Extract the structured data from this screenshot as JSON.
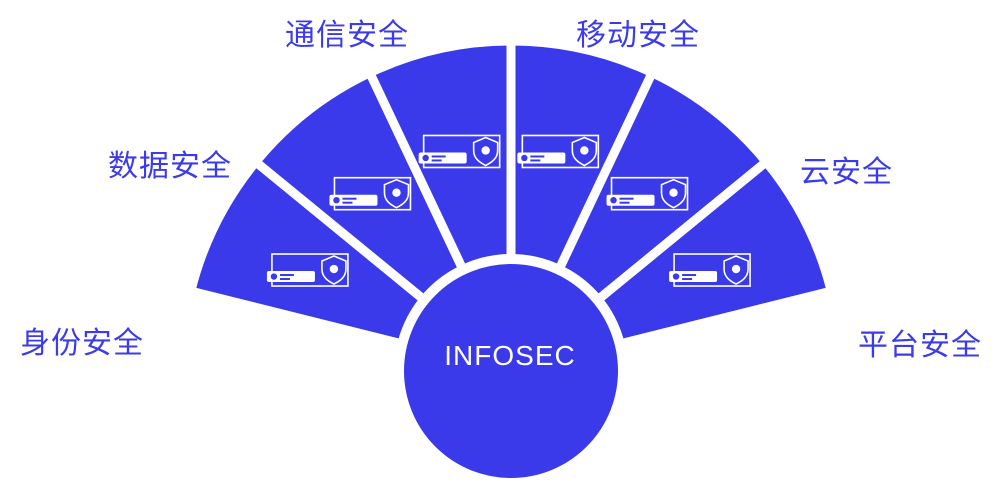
{
  "hub": {
    "label": "INFOSEC"
  },
  "segments": [
    {
      "label": "身份安全",
      "icon": "user-shield-icon"
    },
    {
      "label": "数据安全",
      "icon": "database-shield-icon"
    },
    {
      "label": "通信安全",
      "icon": "transfer-shield-icon"
    },
    {
      "label": "移动安全",
      "icon": "mobile-lock-shield-icon"
    },
    {
      "label": "云安全",
      "icon": "cloud-shield-icon"
    },
    {
      "label": "平台安全",
      "icon": "platform-shield-icon"
    }
  ],
  "colors": {
    "fill": "#3a3aea",
    "label": "#3b3bea",
    "background": "#ffffff"
  }
}
